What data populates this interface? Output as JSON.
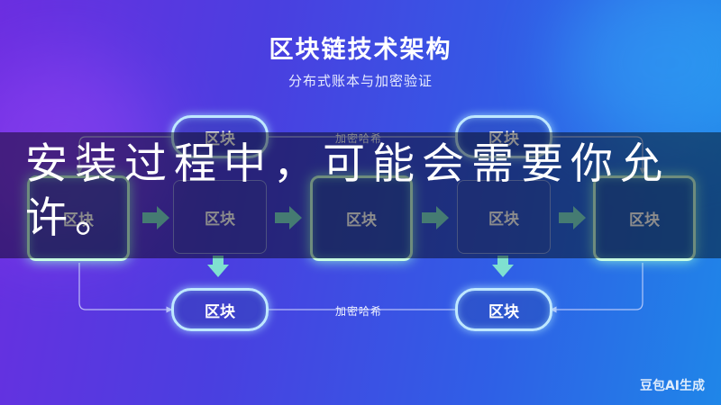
{
  "diagram": {
    "title": "区块链技术架构",
    "subtitle": "分布式账本与加密验证",
    "block_label": "区块",
    "hash_label": "加密哈希"
  },
  "overlay": {
    "text": "安装过程中，可能会需要你允许。"
  },
  "watermark": "豆包AI生成",
  "colors": {
    "bg_left": "#6b2ee0",
    "bg_right": "#1f86e8",
    "pill_border": "#bfe8ff",
    "main_border": "#c8ffe4",
    "arrow": "#7fe0d0"
  }
}
